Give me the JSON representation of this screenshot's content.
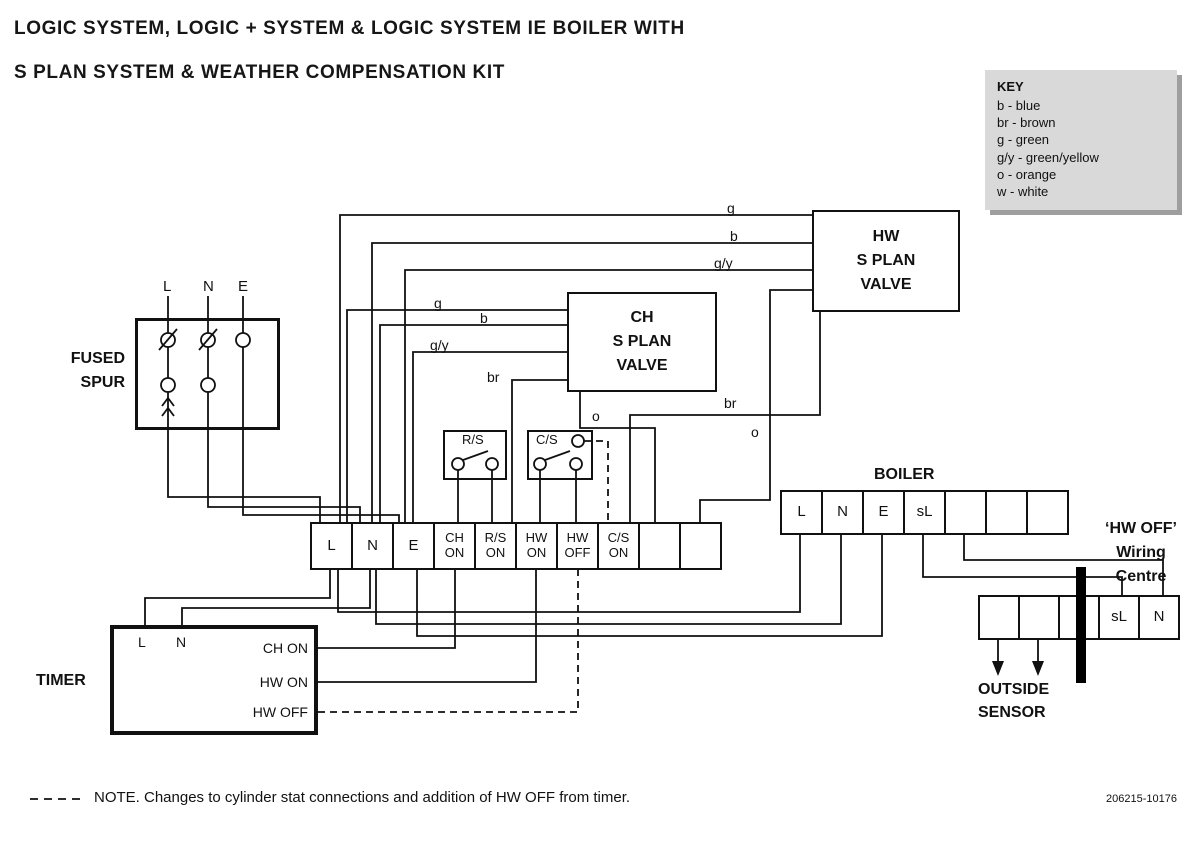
{
  "title": {
    "line1": "LOGIC SYSTEM, LOGIC + SYSTEM & LOGIC SYSTEM IE BOILER WITH",
    "line2": "S PLAN SYSTEM & WEATHER COMPENSATION KIT"
  },
  "key": {
    "heading": "KEY",
    "entries": [
      "b - blue",
      "br - brown",
      "g - green",
      "g/y - green/yellow",
      "o - orange",
      "w - white"
    ]
  },
  "valves": {
    "hw": {
      "line1": "HW",
      "line2": "S PLAN",
      "line3": "VALVE"
    },
    "ch": {
      "line1": "CH",
      "line2": "S PLAN",
      "line3": "VALVE"
    }
  },
  "fused_spur": {
    "label_line1": "FUSED",
    "label_line2": "SPUR",
    "terminals": [
      "L",
      "N",
      "E"
    ]
  },
  "switches": {
    "rs": "R/S",
    "cs": "C/S"
  },
  "main_strip": {
    "cells": [
      {
        "l1": "L"
      },
      {
        "l1": "N"
      },
      {
        "l1": "E"
      },
      {
        "l1": "CH",
        "l2": "ON"
      },
      {
        "l1": "R/S",
        "l2": "ON"
      },
      {
        "l1": "HW",
        "l2": "ON"
      },
      {
        "l1": "HW",
        "l2": "OFF"
      },
      {
        "l1": "C/S",
        "l2": "ON"
      },
      {
        "l1": ""
      },
      {
        "l1": ""
      }
    ]
  },
  "boiler": {
    "title": "BOILER",
    "cells": [
      "L",
      "N",
      "E",
      "sL",
      "",
      "",
      ""
    ]
  },
  "wiring_centre": {
    "title_line1": "‘HW OFF’",
    "title_line2": "Wiring",
    "title_line3": "Centre",
    "cells": [
      "",
      "",
      "",
      "sL",
      "N"
    ]
  },
  "outside_sensor": {
    "line1": "OUTSIDE",
    "line2": "SENSOR"
  },
  "timer": {
    "label": "TIMER",
    "terminals_top": [
      "L",
      "N"
    ],
    "terminals_right": [
      "CH ON",
      "HW ON",
      "HW OFF"
    ]
  },
  "wire_labels": {
    "hw_g": "g",
    "hw_b": "b",
    "hw_gy": "g/y",
    "ch_g": "g",
    "ch_b": "b",
    "ch_gy": "g/y",
    "ch_br": "br",
    "ch_o": "o",
    "hw_br": "br",
    "hw_o": "o"
  },
  "note": "NOTE. Changes to cylinder stat connections and addition of HW OFF from timer.",
  "doc_number": "206215-10176"
}
